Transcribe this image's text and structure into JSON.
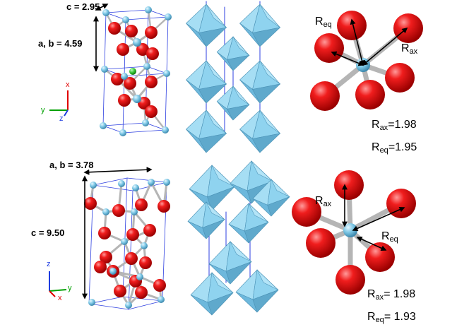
{
  "panels": {
    "top": {
      "c_label": "c = 2.95",
      "ab_label": "a, b = 4.59",
      "r_eq_sym": "R",
      "r_eq_sub": "eq",
      "r_ax_sym": "R",
      "r_ax_sub": "ax",
      "rax_text": "=1.98",
      "req_text": "=1.95",
      "axes": {
        "x": "x",
        "y": "y",
        "z": "z"
      }
    },
    "bottom": {
      "ab_label": "a, b = 3.78",
      "c_label": "c = 9.50",
      "r_ax_sym": "R",
      "r_ax_sub": "ax",
      "r_eq_sym": "R",
      "r_eq_sub": "eq",
      "rax_text": "= 1.98",
      "req_text": "= 1.93",
      "axes": {
        "x": "x",
        "y": "y",
        "z": "z"
      }
    }
  },
  "colors": {
    "oxygen": "#e8141a",
    "metal": "#7ec8e6",
    "bond": "#b5b5b5",
    "octahedron": "#8fd3ef",
    "octa_dark": "#5fa9cc",
    "cell_line": "#2d3fe0",
    "dopant": "#2fbf2f",
    "axis_x": "#e00000",
    "axis_y": "#00a000",
    "axis_z": "#1f3de0"
  }
}
